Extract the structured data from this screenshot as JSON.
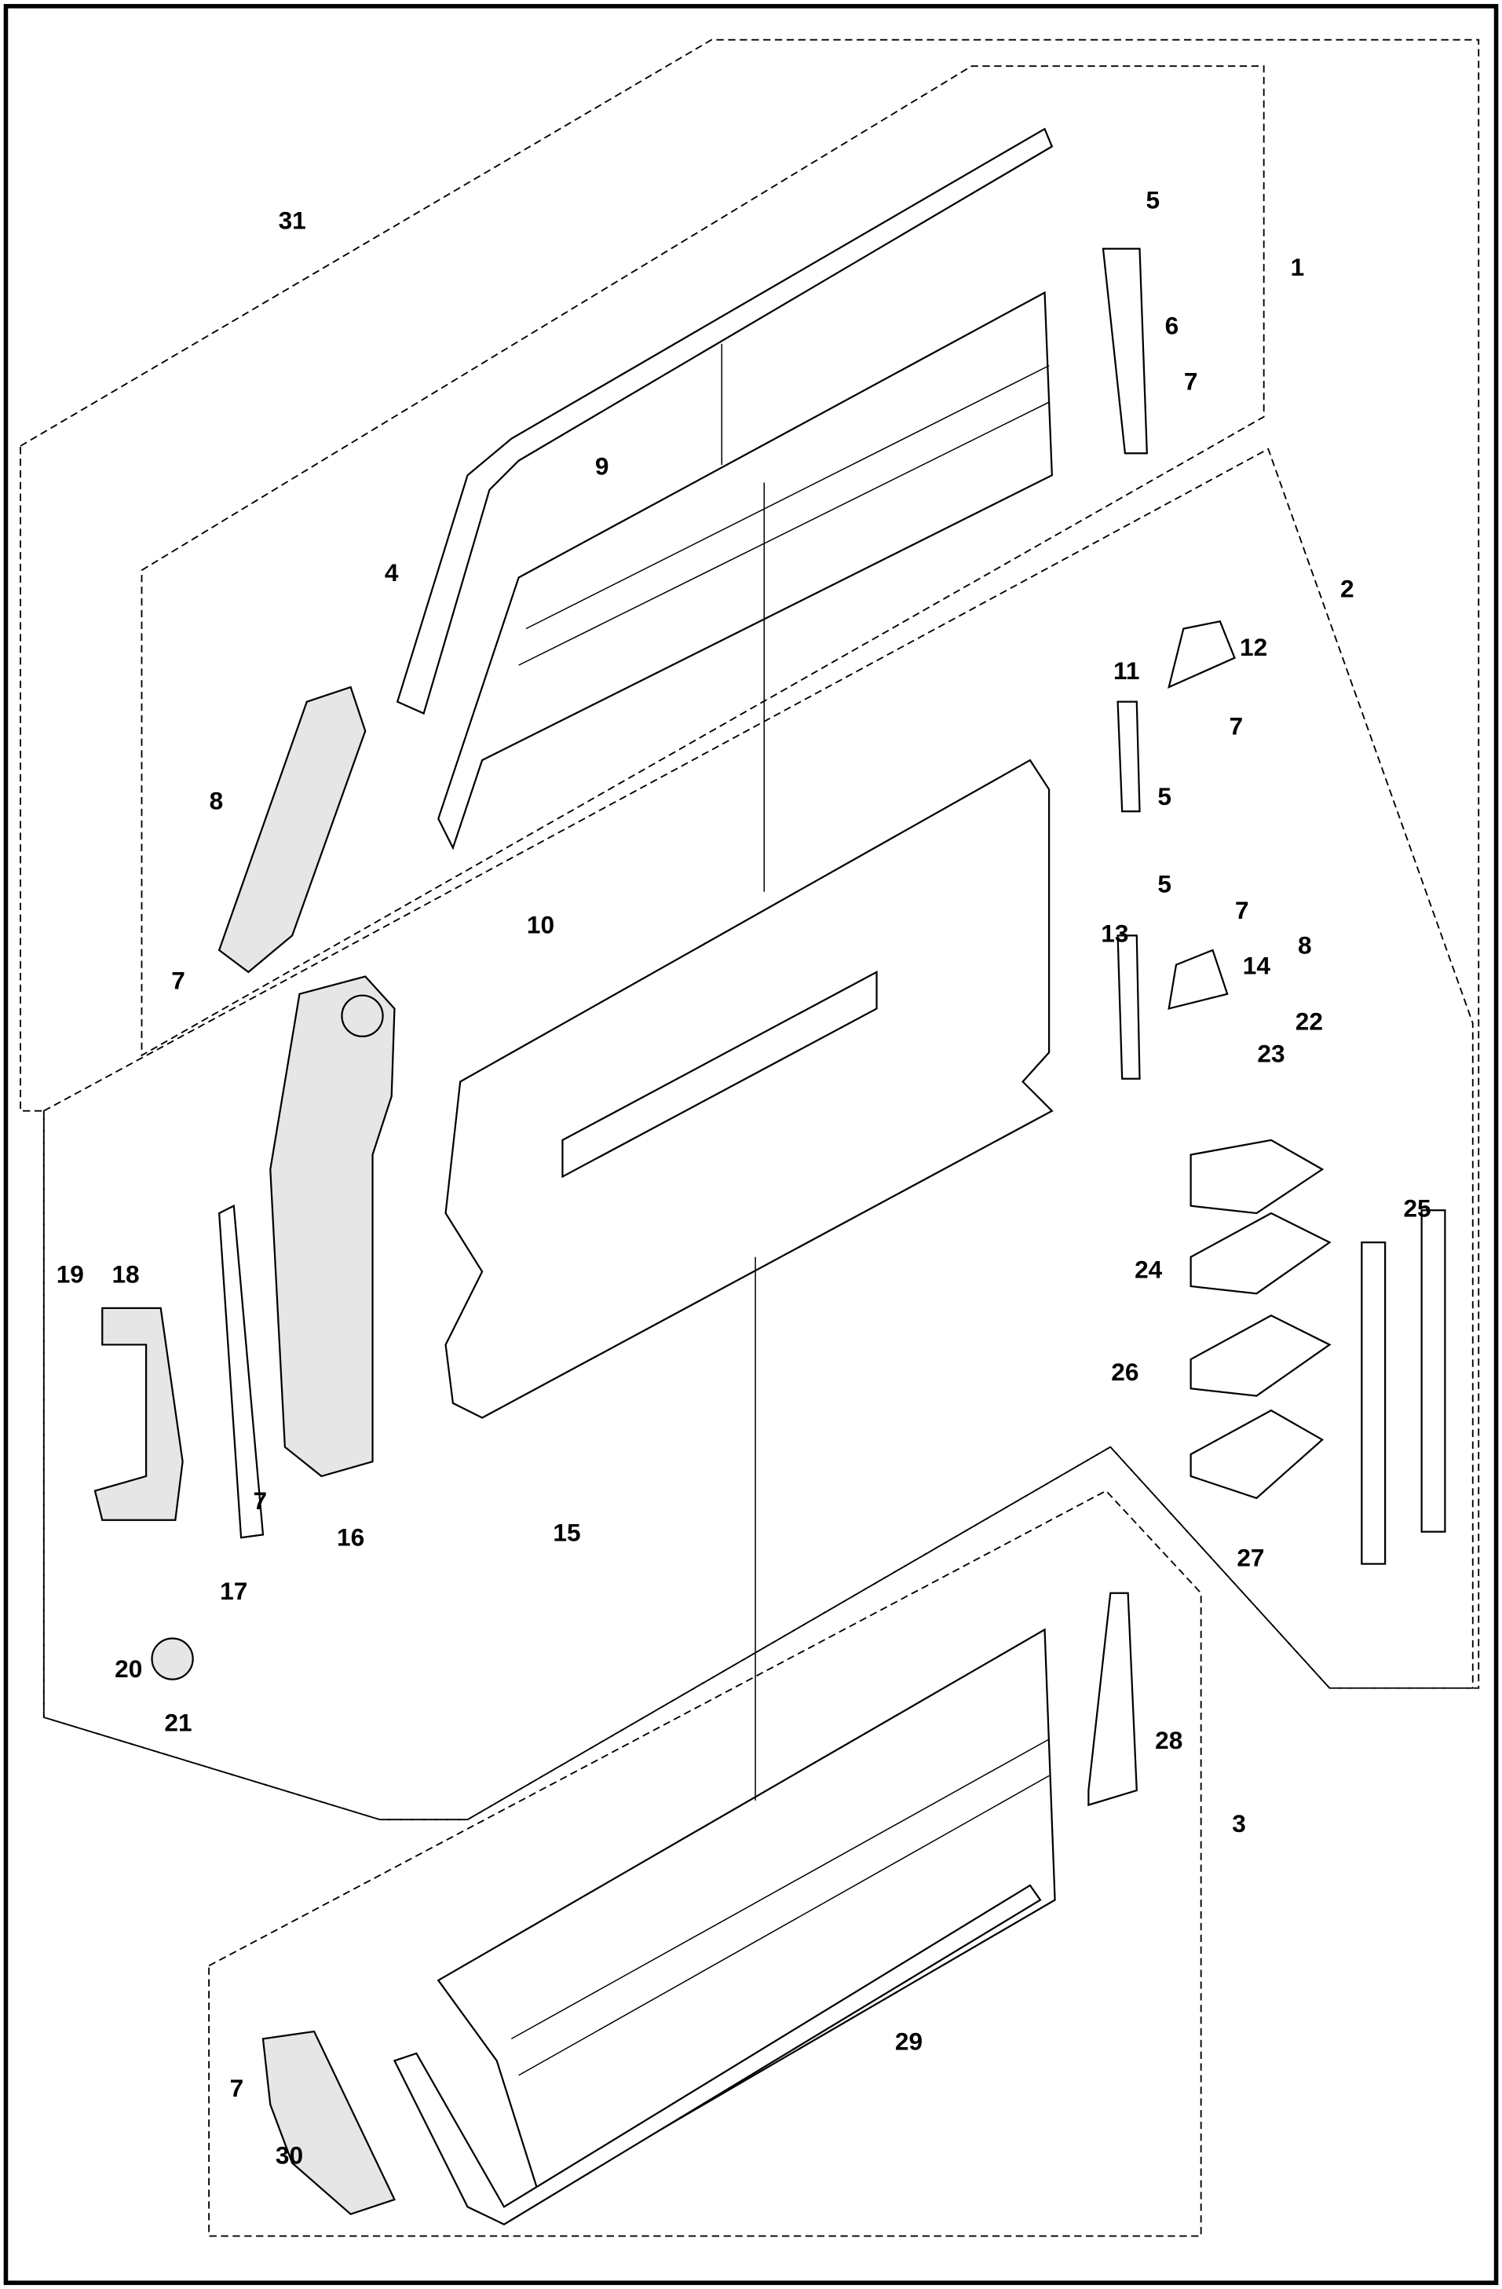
{
  "diagram": {
    "type": "exploded-parts-diagram",
    "callouts": [
      "31",
      "1",
      "5",
      "6",
      "7",
      "9",
      "4",
      "2",
      "12",
      "11",
      "7",
      "5",
      "8",
      "13",
      "5",
      "7",
      "8",
      "14",
      "10",
      "7",
      "22",
      "23",
      "25",
      "24",
      "19",
      "18",
      "26",
      "7",
      "16",
      "15",
      "17",
      "27",
      "20",
      "21",
      "28",
      "3",
      "29",
      "7",
      "30"
    ],
    "groups": [
      "31",
      "1",
      "2",
      "3"
    ]
  }
}
